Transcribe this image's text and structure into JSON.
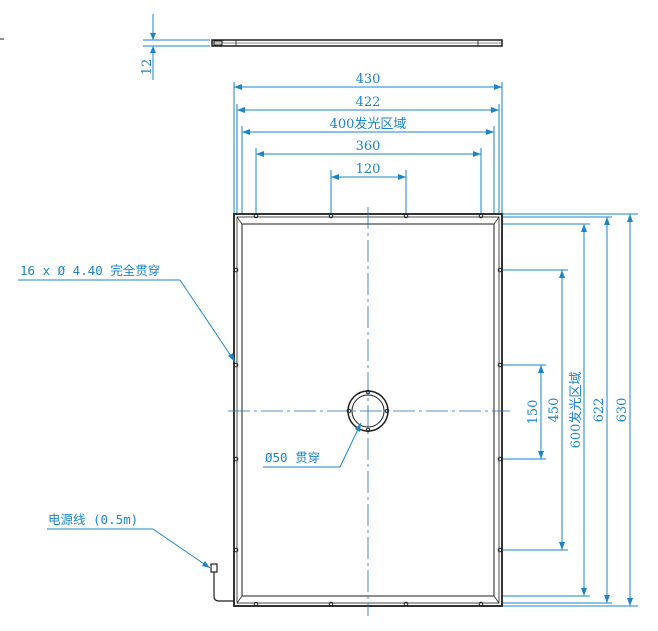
{
  "dimensions": {
    "thickness": "12",
    "w430": "430",
    "w422": "422",
    "w400": "400发光区域",
    "w360": "360",
    "w120": "120",
    "h150": "150",
    "h450": "450",
    "h600": "600发光区域",
    "h622": "622",
    "h630": "630"
  },
  "callouts": {
    "holes": "16 x  Ø  4.40  完全贯穿",
    "center_hole": "Ø50  贯穿",
    "cable": "电源线 (0.5m)"
  },
  "colors": {
    "dimension": "#1a86c8",
    "outline": "#1e1e1e",
    "centerline": "#1e6fb8"
  }
}
